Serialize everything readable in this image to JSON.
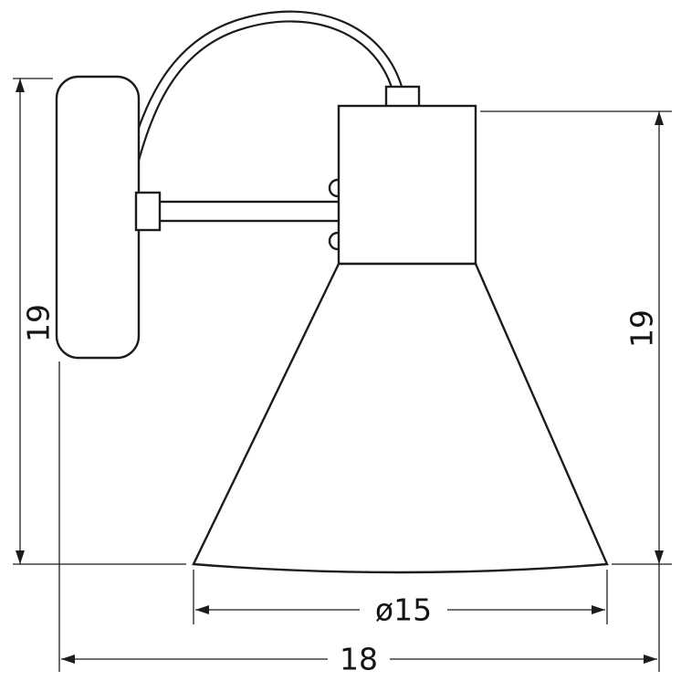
{
  "dimensions": {
    "left_height": "19",
    "right_height": "19",
    "shade_diameter": "ø15",
    "overall_width": "18"
  },
  "colors": {
    "line": "#1c1c1c",
    "background": "#ffffff"
  }
}
